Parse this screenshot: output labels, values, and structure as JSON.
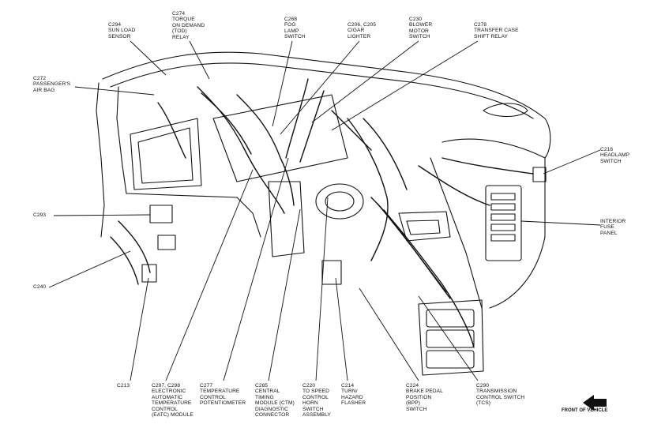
{
  "labels": {
    "c294": "C294\nSUN LOAD\nSENSOR",
    "c274": "C274\nTORQUE\nON DEMAND\n(TOD)\nRELAY",
    "c268": "C268\nFOG\nLAMP\nSWITCH",
    "c206": "C206, C205\nCIGAR\nLIGHTER",
    "c230": "C230\nBLOWER\nMOTOR\nSWITCH",
    "c278": "C278\nTRANSFER CASE\nSHIFT RELAY",
    "c272": "C272\nPASSENGER'S\nAIR BAG",
    "c216": "C216\nHEADLAMP\nSWITCH",
    "c293": "C293",
    "interior_fuse": "INTERIOR\nFUSE\nPANEL",
    "c240": "C240",
    "c213": "C213",
    "c297": "C297, C298\nELECTRONIC\nAUTOMATIC\nTEMPERATURE\nCONTROL\n(EATC) MODULE",
    "c277": "C277\nTEMPERATURE\nCONTROL\nPOTENTIOMETER",
    "c285": "C285\nCENTRAL\nTIMING\nMODULE (CTM)\nDIAGNOSTIC\nCONNECTOR",
    "c220": "C220\nTO SPEED\nCONTROL\nHORN\nSWITCH\nASSEMBLY",
    "c214": "C214\nTURN/\nHAZARD\nFLASHER",
    "c224": "C224\nBRAKE PEDAL\nPOSITION\n(BPP)\nSWITCH",
    "c290": "C290\nTRANSMISSION\nCONTROL SWITCH\n(TCS)"
  },
  "front_of_vehicle": "FRONT OF VEHICLE",
  "colors": {
    "ink": "#111111",
    "paper": "#ffffff"
  }
}
